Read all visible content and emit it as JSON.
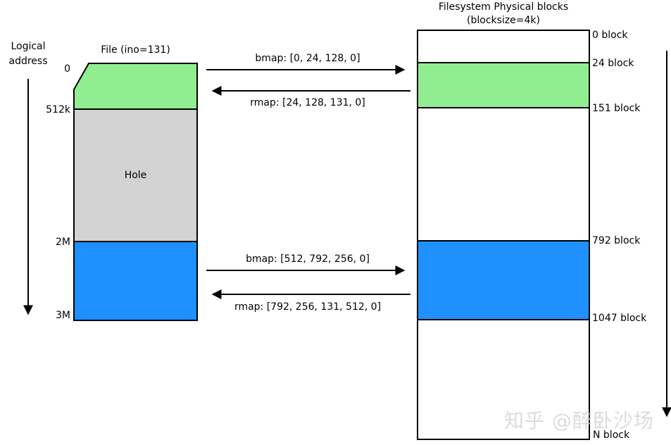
{
  "colors": {
    "extent_green": "#90ee90",
    "hole_gray": "#d3d3d3",
    "extent_blue": "#1e90ff",
    "box_white": "#ffffff",
    "line_black": "#000000",
    "watermark_gray": "#d0d0d0"
  },
  "logical_axis": {
    "label": "Logical address"
  },
  "file": {
    "title": "File (ino=131)",
    "offsets": [
      "0",
      "512k",
      "2M",
      "3M"
    ],
    "hole_label": "Hole"
  },
  "mappings": {
    "top_bmap": "bmap: [0, 24, 128, 0]",
    "top_rmap": "rmap: [24, 128, 131, 0]",
    "bottom_bmap": "bmap: [512, 792, 256, 0]",
    "bottom_rmap": "rmap: [792, 256, 131, 512, 0]"
  },
  "filesystem": {
    "title": "Filesystem Physical blocks",
    "subtitle": "(blocksize=4k)",
    "block_labels": [
      "0 block",
      "24 block",
      "151 block",
      "792 block",
      "1047 block",
      "N block"
    ]
  },
  "watermark": "知乎 @醉卧沙场"
}
